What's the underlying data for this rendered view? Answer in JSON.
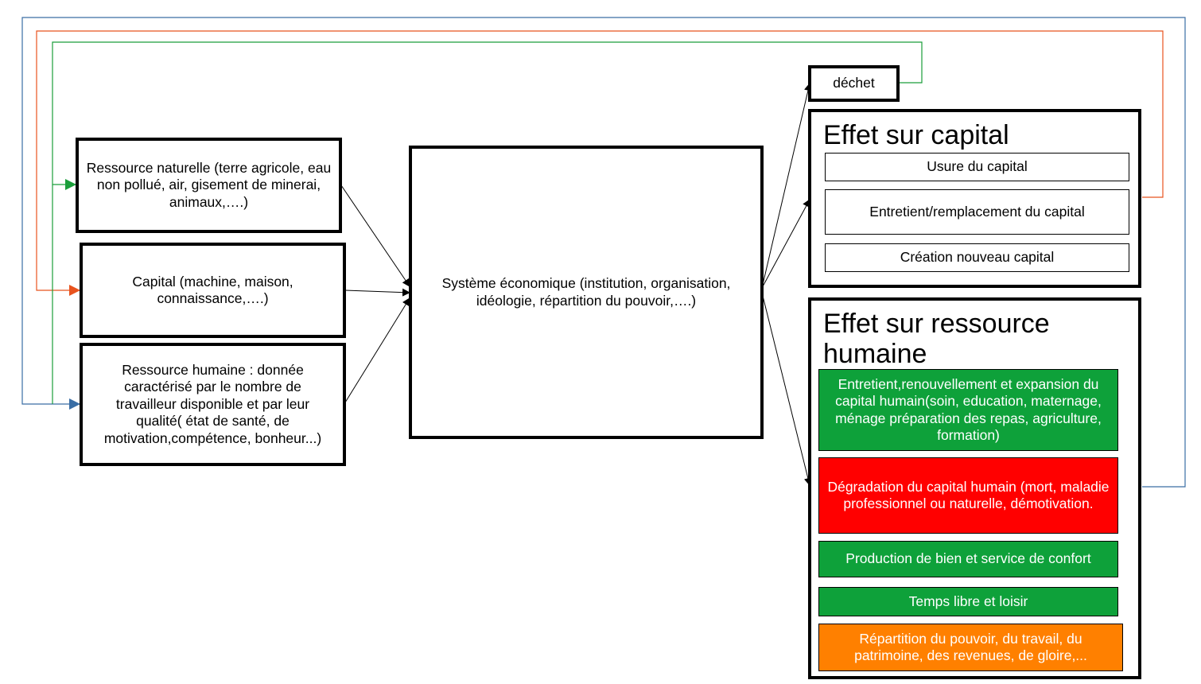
{
  "inputs": {
    "natural": "Ressource naturelle (terre agricole, eau non pollué, air, gisement de minerai, animaux,….)",
    "capital": "Capital (machine, maison, connaissance,….)",
    "human": "Ressource humaine : donnée caractérisé par le nombre de travailleur disponible et par leur qualité( état de santé, de motivation,compétence, bonheur...)"
  },
  "system": "Système économique (institution, organisation, idéologie, répartition du pouvoir,….)",
  "waste": "déchet",
  "capital_effect": {
    "title": "Effet sur capital",
    "items": [
      "Usure du capital",
      "Entretient/remplacement du capital",
      "Création nouveau capital"
    ]
  },
  "human_effect": {
    "title": "Effet sur ressource humaine",
    "items": [
      "Entretient,renouvellement et expansion du capital humain(soin, education, maternage, ménage préparation des repas, agriculture, formation)",
      "Dégradation du capital humain (mort, maladie professionnel ou naturelle, démotivation.",
      "Production de bien et service de confort",
      "Temps libre et loisir",
      "Répartition du pouvoir, du travail, du patrimoine, des revenues, de gloire,..."
    ]
  },
  "colors": {
    "green": "#0ea13a",
    "red": "#ff0000",
    "orange": "#ff8000",
    "loop_green": "#1a9e3a",
    "loop_orange": "#e8531e",
    "loop_blue": "#3a6ea5"
  }
}
